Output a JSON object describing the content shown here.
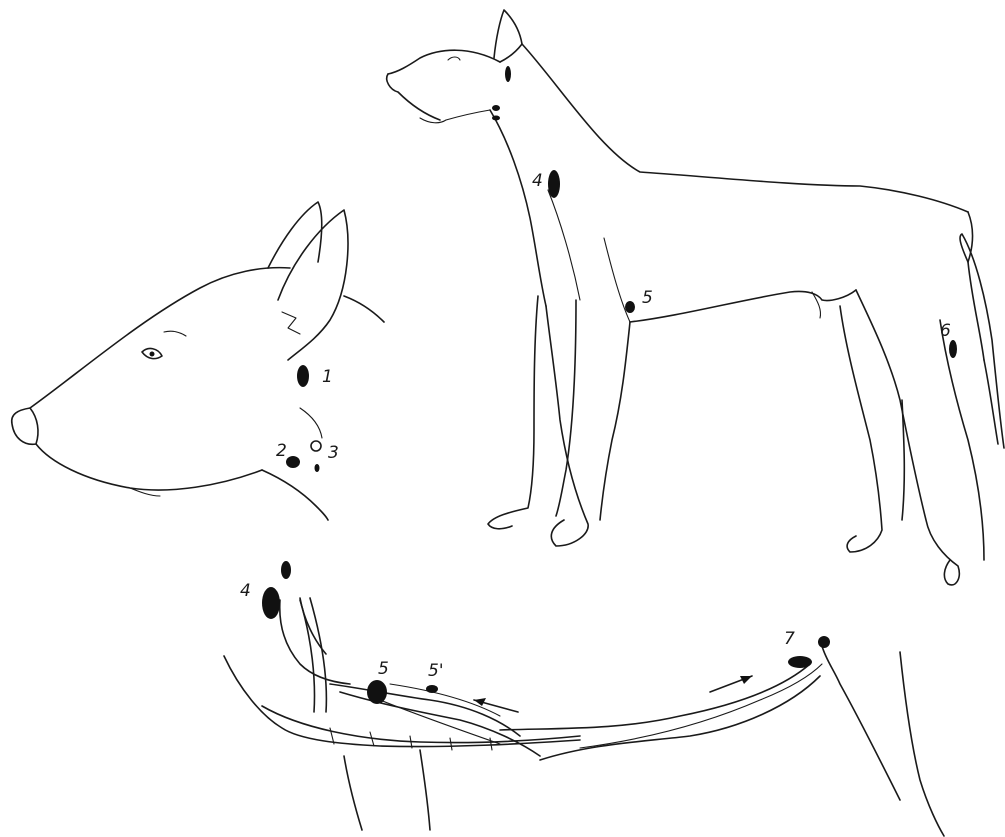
{
  "figure": {
    "panels": [
      "head-lateral",
      "dog-standing-lateral",
      "lymphatic-vessels-ventral"
    ],
    "colors": {
      "line": "#1a1a1a",
      "node": "#111111",
      "background": "#ffffff"
    }
  },
  "labels": {
    "n1": "1",
    "n2": "2",
    "n3": "3",
    "n4_body": "4",
    "n5_body": "5",
    "n6": "6",
    "n4_lower": "4",
    "n5_lower": "5",
    "n5prime": "5'",
    "n7": "7"
  }
}
